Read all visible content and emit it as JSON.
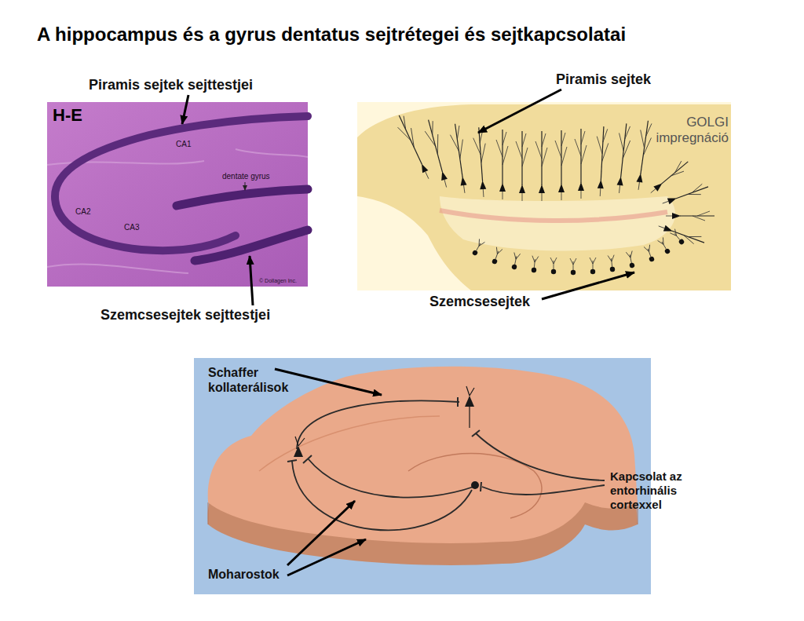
{
  "diagram": {
    "title": "A hippocampus és a gyrus dentatus sejtrétegei és sejtkapcsolatai",
    "labels": [
      "Piramis sejtek sejttestjei",
      "Piramis sejtek",
      "H-E",
      "CA1",
      "GOLGI impregnáció",
      "dentate gyrus",
      "CA2",
      "CA3",
      "© Dollagen Inc.",
      "Szemcsesejtek",
      "Szemcsesejtek sejttestjei",
      "Schaffer kollaterálisok",
      "Kapcsolat az entorhinális cortexxel",
      "Moharostok"
    ]
  }
}
